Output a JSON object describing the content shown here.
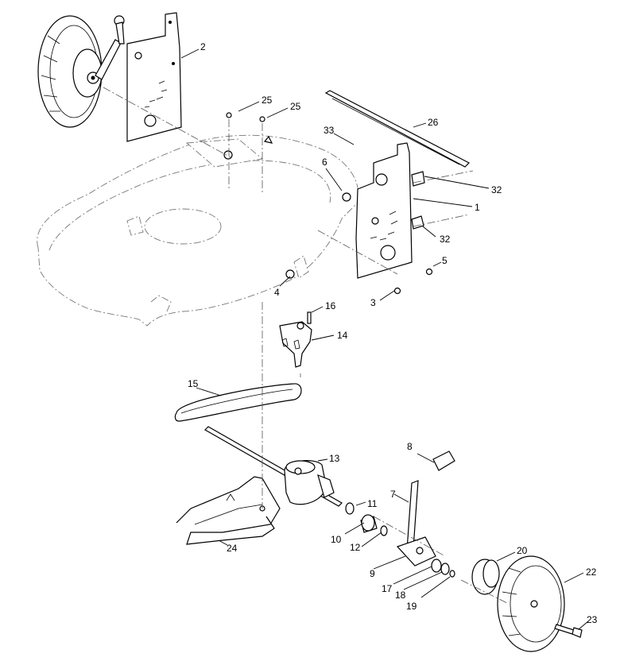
{
  "callouts": {
    "c1": "1",
    "c2": "2",
    "c3": "3",
    "c4": "4",
    "c5": "5",
    "c6": "6",
    "c7": "7",
    "c8": "8",
    "c9": "9",
    "c10": "10",
    "c11": "11",
    "c12": "12",
    "c13": "13",
    "c14": "14",
    "c15": "15",
    "c16": "16",
    "c17": "17",
    "c18": "18",
    "c19": "19",
    "c20": "20",
    "c22": "22",
    "c23": "23",
    "c24": "24",
    "c25a": "25",
    "c25b": "25",
    "c26": "26",
    "c32a": "32",
    "c32b": "32",
    "c33": "33"
  }
}
